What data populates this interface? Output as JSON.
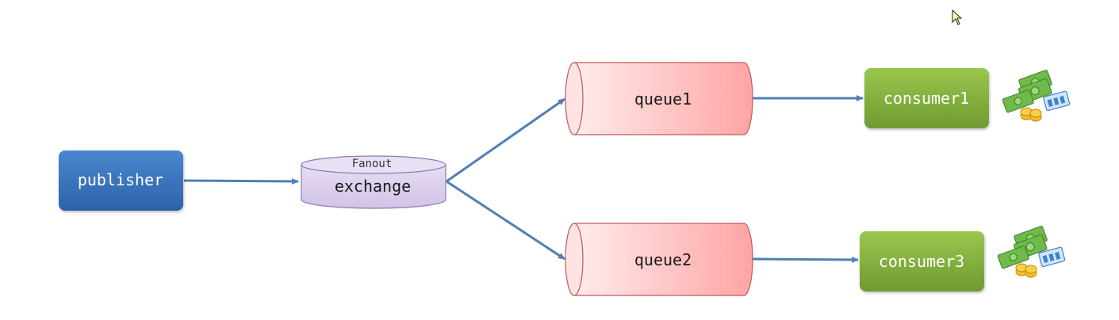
{
  "nodes": {
    "publisher": {
      "label": "publisher"
    },
    "exchange": {
      "type_label": "Fanout",
      "label": "exchange"
    },
    "queue1": {
      "label": "queue1"
    },
    "queue2": {
      "label": "queue2"
    },
    "consumer1": {
      "label": "consumer1"
    },
    "consumer3": {
      "label": "consumer3"
    }
  },
  "icons": {
    "consumer1_reward": "money-icon",
    "consumer3_reward": "money-icon",
    "cursor": "mouse-cursor-icon"
  },
  "colors": {
    "publisher": "#3a76c0",
    "consumer": "#7fae3c",
    "exchange": "#ddd0ec",
    "queue": "#ffb3b3",
    "arrow": "#4f7fb6"
  }
}
